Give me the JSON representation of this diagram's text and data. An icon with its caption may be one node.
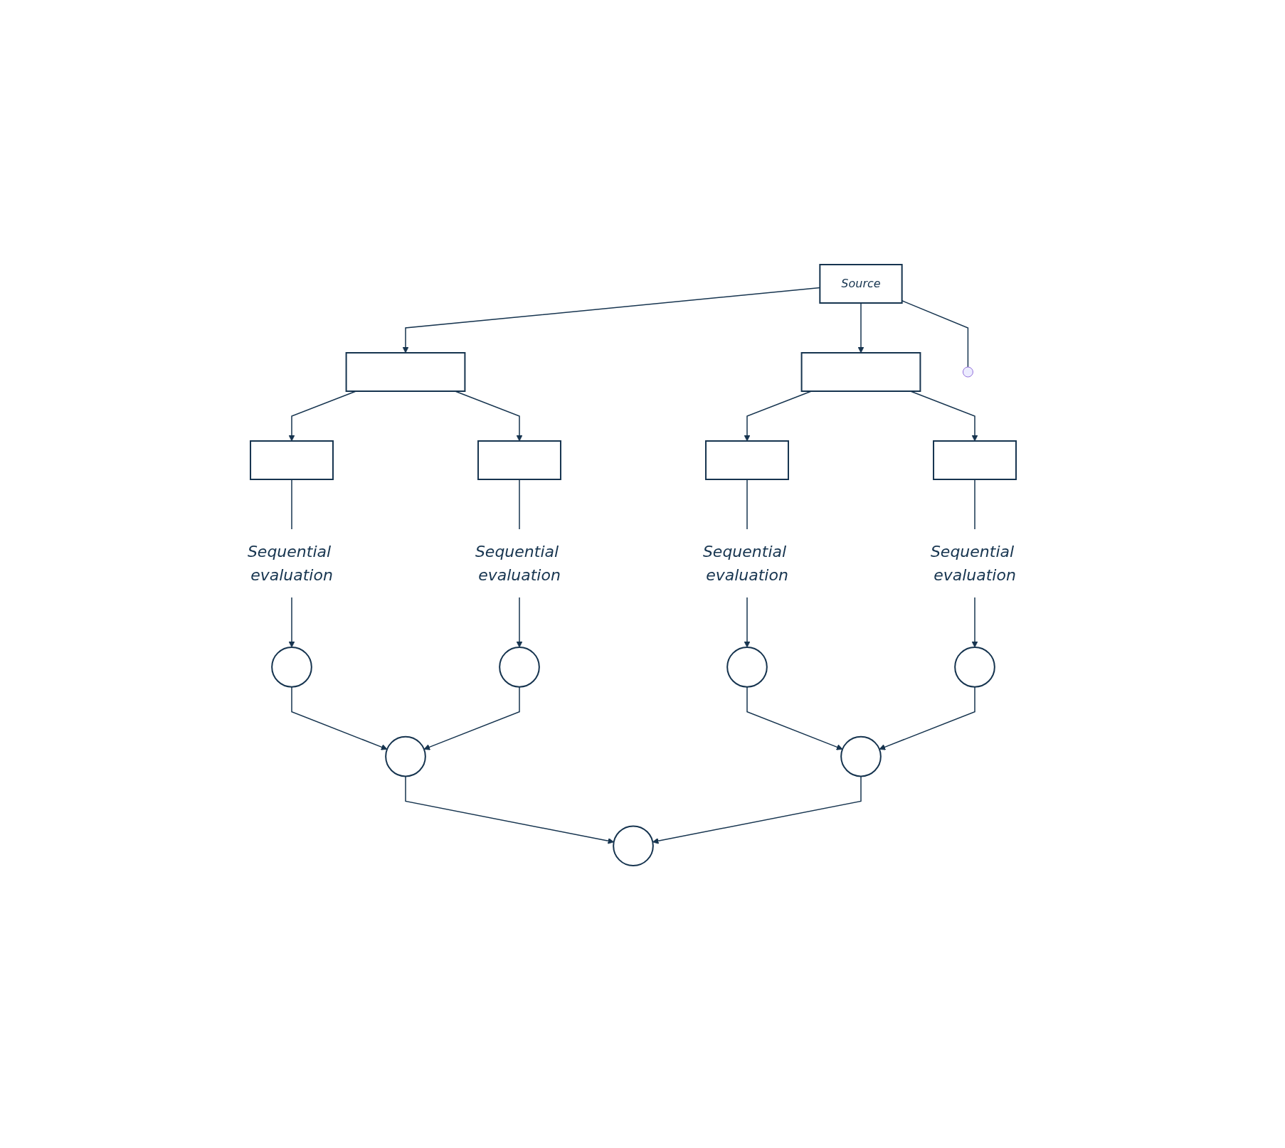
{
  "diagram": {
    "nodes": [
      {
        "text": [
          "Source"
        ]
      },
      {
        "text": [],
        "shape": "box"
      },
      {
        "text": [],
        "shape": "box"
      },
      {
        "text": [],
        "shape": "box"
      },
      {
        "text": [],
        "shape": "box"
      },
      {
        "text": [],
        "shape": "box"
      },
      {
        "text": [],
        "shape": "box"
      },
      {
        "text": [
          "Sequential evaluation"
        ]
      },
      {
        "text": [
          "Sequential evaluation"
        ]
      },
      {
        "text": [
          "Sequential evaluation"
        ]
      },
      {
        "text": [
          "Sequential evaluation"
        ]
      },
      {
        "text": [],
        "shape": "circle"
      },
      {
        "text": [],
        "shape": "circle"
      },
      {
        "text": [],
        "shape": "circle"
      },
      {
        "text": [],
        "shape": "circle"
      },
      {
        "text": [],
        "shape": "circle"
      },
      {
        "text": [],
        "shape": "circle"
      },
      {
        "text": [],
        "shape": "circle"
      }
    ],
    "edges": [
      {
        "from": 0,
        "to": 1,
        "arrow": "to"
      },
      {
        "from": 0,
        "to": 2,
        "arrow": "to"
      },
      {
        "from": 1,
        "to": 3,
        "arrow": "to"
      },
      {
        "from": 1,
        "to": 4,
        "arrow": "to"
      },
      {
        "from": 2,
        "to": 5,
        "arrow": "to"
      },
      {
        "from": 2,
        "to": 6,
        "arrow": "to"
      },
      {
        "from": 3,
        "to": 7,
        "arrow": "none"
      },
      {
        "from": 4,
        "to": 8,
        "arrow": "none"
      },
      {
        "from": 5,
        "to": 9,
        "arrow": "none"
      },
      {
        "from": 6,
        "to": 10,
        "arrow": "none"
      },
      {
        "from": 7,
        "to": 11,
        "arrow": "to"
      },
      {
        "from": 8,
        "to": 12,
        "arrow": "to"
      },
      {
        "from": 9,
        "to": 13,
        "arrow": "to"
      },
      {
        "from": 10,
        "to": 14,
        "arrow": "to"
      },
      {
        "from": 11,
        "to": 15,
        "arrow": "to"
      },
      {
        "from": 12,
        "to": 15,
        "arrow": "to"
      },
      {
        "from": 13,
        "to": 16,
        "arrow": "to"
      },
      {
        "from": 14,
        "to": 16,
        "arrow": "to"
      },
      {
        "from": 15,
        "to": 17,
        "arrow": "to"
      },
      {
        "from": 16,
        "to": 17,
        "arrow": "to"
      },
      {
        "from": 0,
        "to": null,
        "arrow": "none"
      }
    ]
  }
}
